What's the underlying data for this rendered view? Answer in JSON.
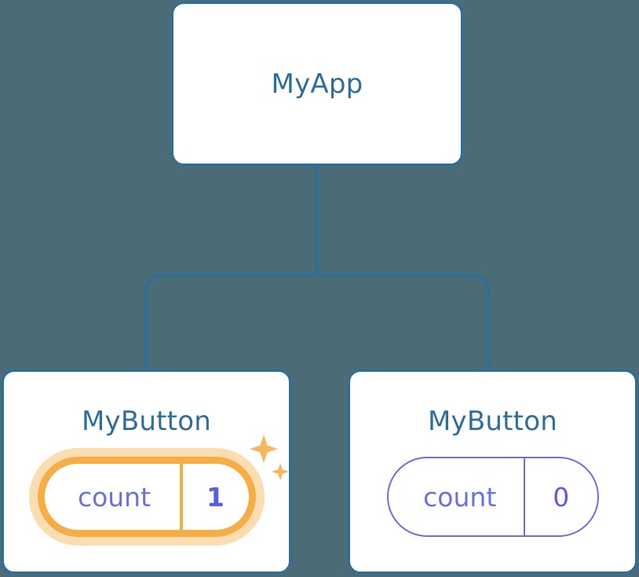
{
  "diagram": {
    "type": "component-tree",
    "background_color": "#4b6b76",
    "node_border_color": "#2d6e9c",
    "node_title_color": "#2d6e9c",
    "connector_color": "#2d6e9c",
    "state_color": "#6b70e0",
    "highlight_color": "#f6ad46",
    "highlight_glow_color": "#fbddb2"
  },
  "root": {
    "title": "MyApp"
  },
  "children": [
    {
      "title": "MyButton",
      "state": {
        "key": "count",
        "value": "1"
      },
      "highlighted": "true",
      "sparkle_icons": "2"
    },
    {
      "title": "MyButton",
      "state": {
        "key": "count",
        "value": "0"
      },
      "highlighted": "false",
      "sparkle_icons": "0"
    }
  ]
}
